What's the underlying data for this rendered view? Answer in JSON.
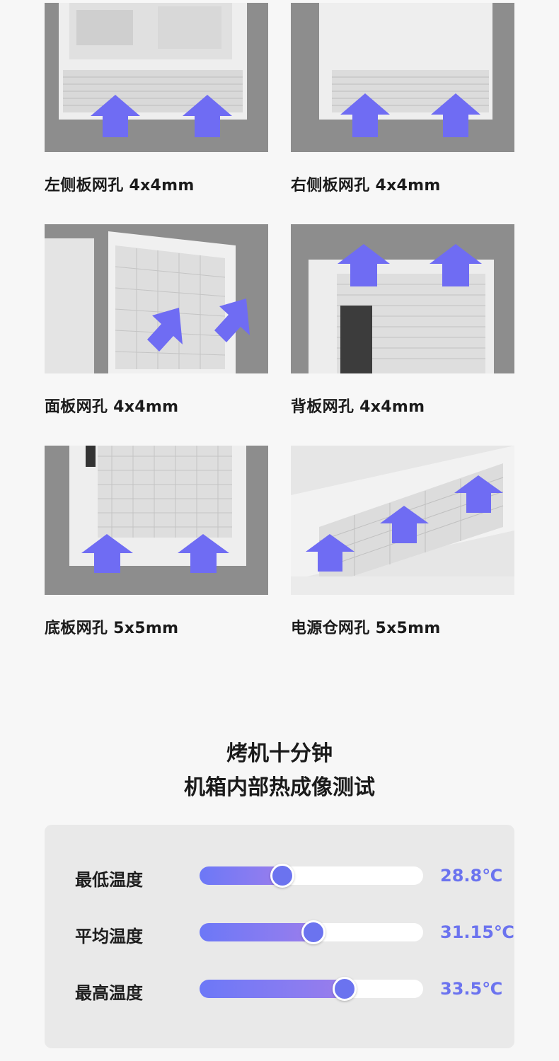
{
  "cards": [
    {
      "label": "左侧板网孔 4x4mm",
      "image": "case-left-panel-mesh-photo"
    },
    {
      "label": "右侧板网孔 4x4mm",
      "image": "case-right-panel-mesh-photo"
    },
    {
      "label": "面板网孔 4x4mm",
      "image": "case-front-panel-mesh-photo"
    },
    {
      "label": "背板网孔 4x4mm",
      "image": "case-rear-panel-mesh-photo"
    },
    {
      "label": "底板网孔 5x5mm",
      "image": "case-bottom-panel-mesh-photo"
    },
    {
      "label": "电源仓网孔 5x5mm",
      "image": "case-psu-shroud-mesh-photo"
    }
  ],
  "heading": {
    "line1": "烤机十分钟",
    "line2": "机箱内部热成像测试"
  },
  "temperatures": {
    "scale_max_fraction": 1,
    "rows": [
      {
        "label": "最低温度",
        "value": "28.8℃",
        "level": 0.37
      },
      {
        "label": "平均温度",
        "value": "31.15℃",
        "level": 0.51
      },
      {
        "label": "最高温度",
        "value": "33.5℃",
        "level": 0.65
      }
    ]
  },
  "colors": {
    "accent": "#6b73ef",
    "arrow": "#6f6cf3",
    "photo_bg": "#8d8d8d"
  }
}
